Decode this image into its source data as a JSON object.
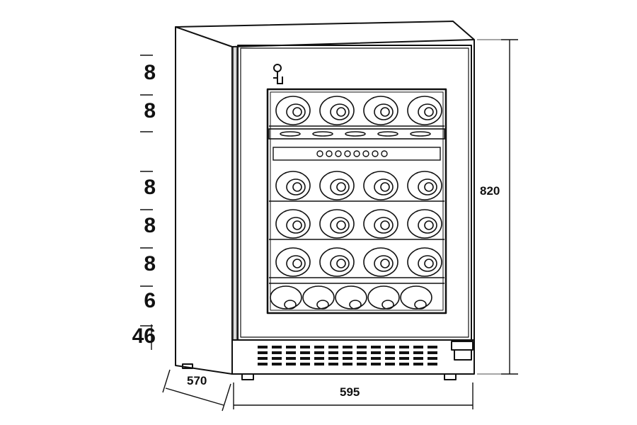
{
  "dimensions": {
    "height": "820",
    "width": "595",
    "depth": "570"
  },
  "shelf_capacities": [
    "8",
    "8",
    "8",
    "8",
    "8",
    "6",
    "46"
  ],
  "icons": [
    "touch-control-icon",
    "control-panel-icon"
  ],
  "colors": {
    "line": "#111111",
    "background": "#ffffff"
  }
}
